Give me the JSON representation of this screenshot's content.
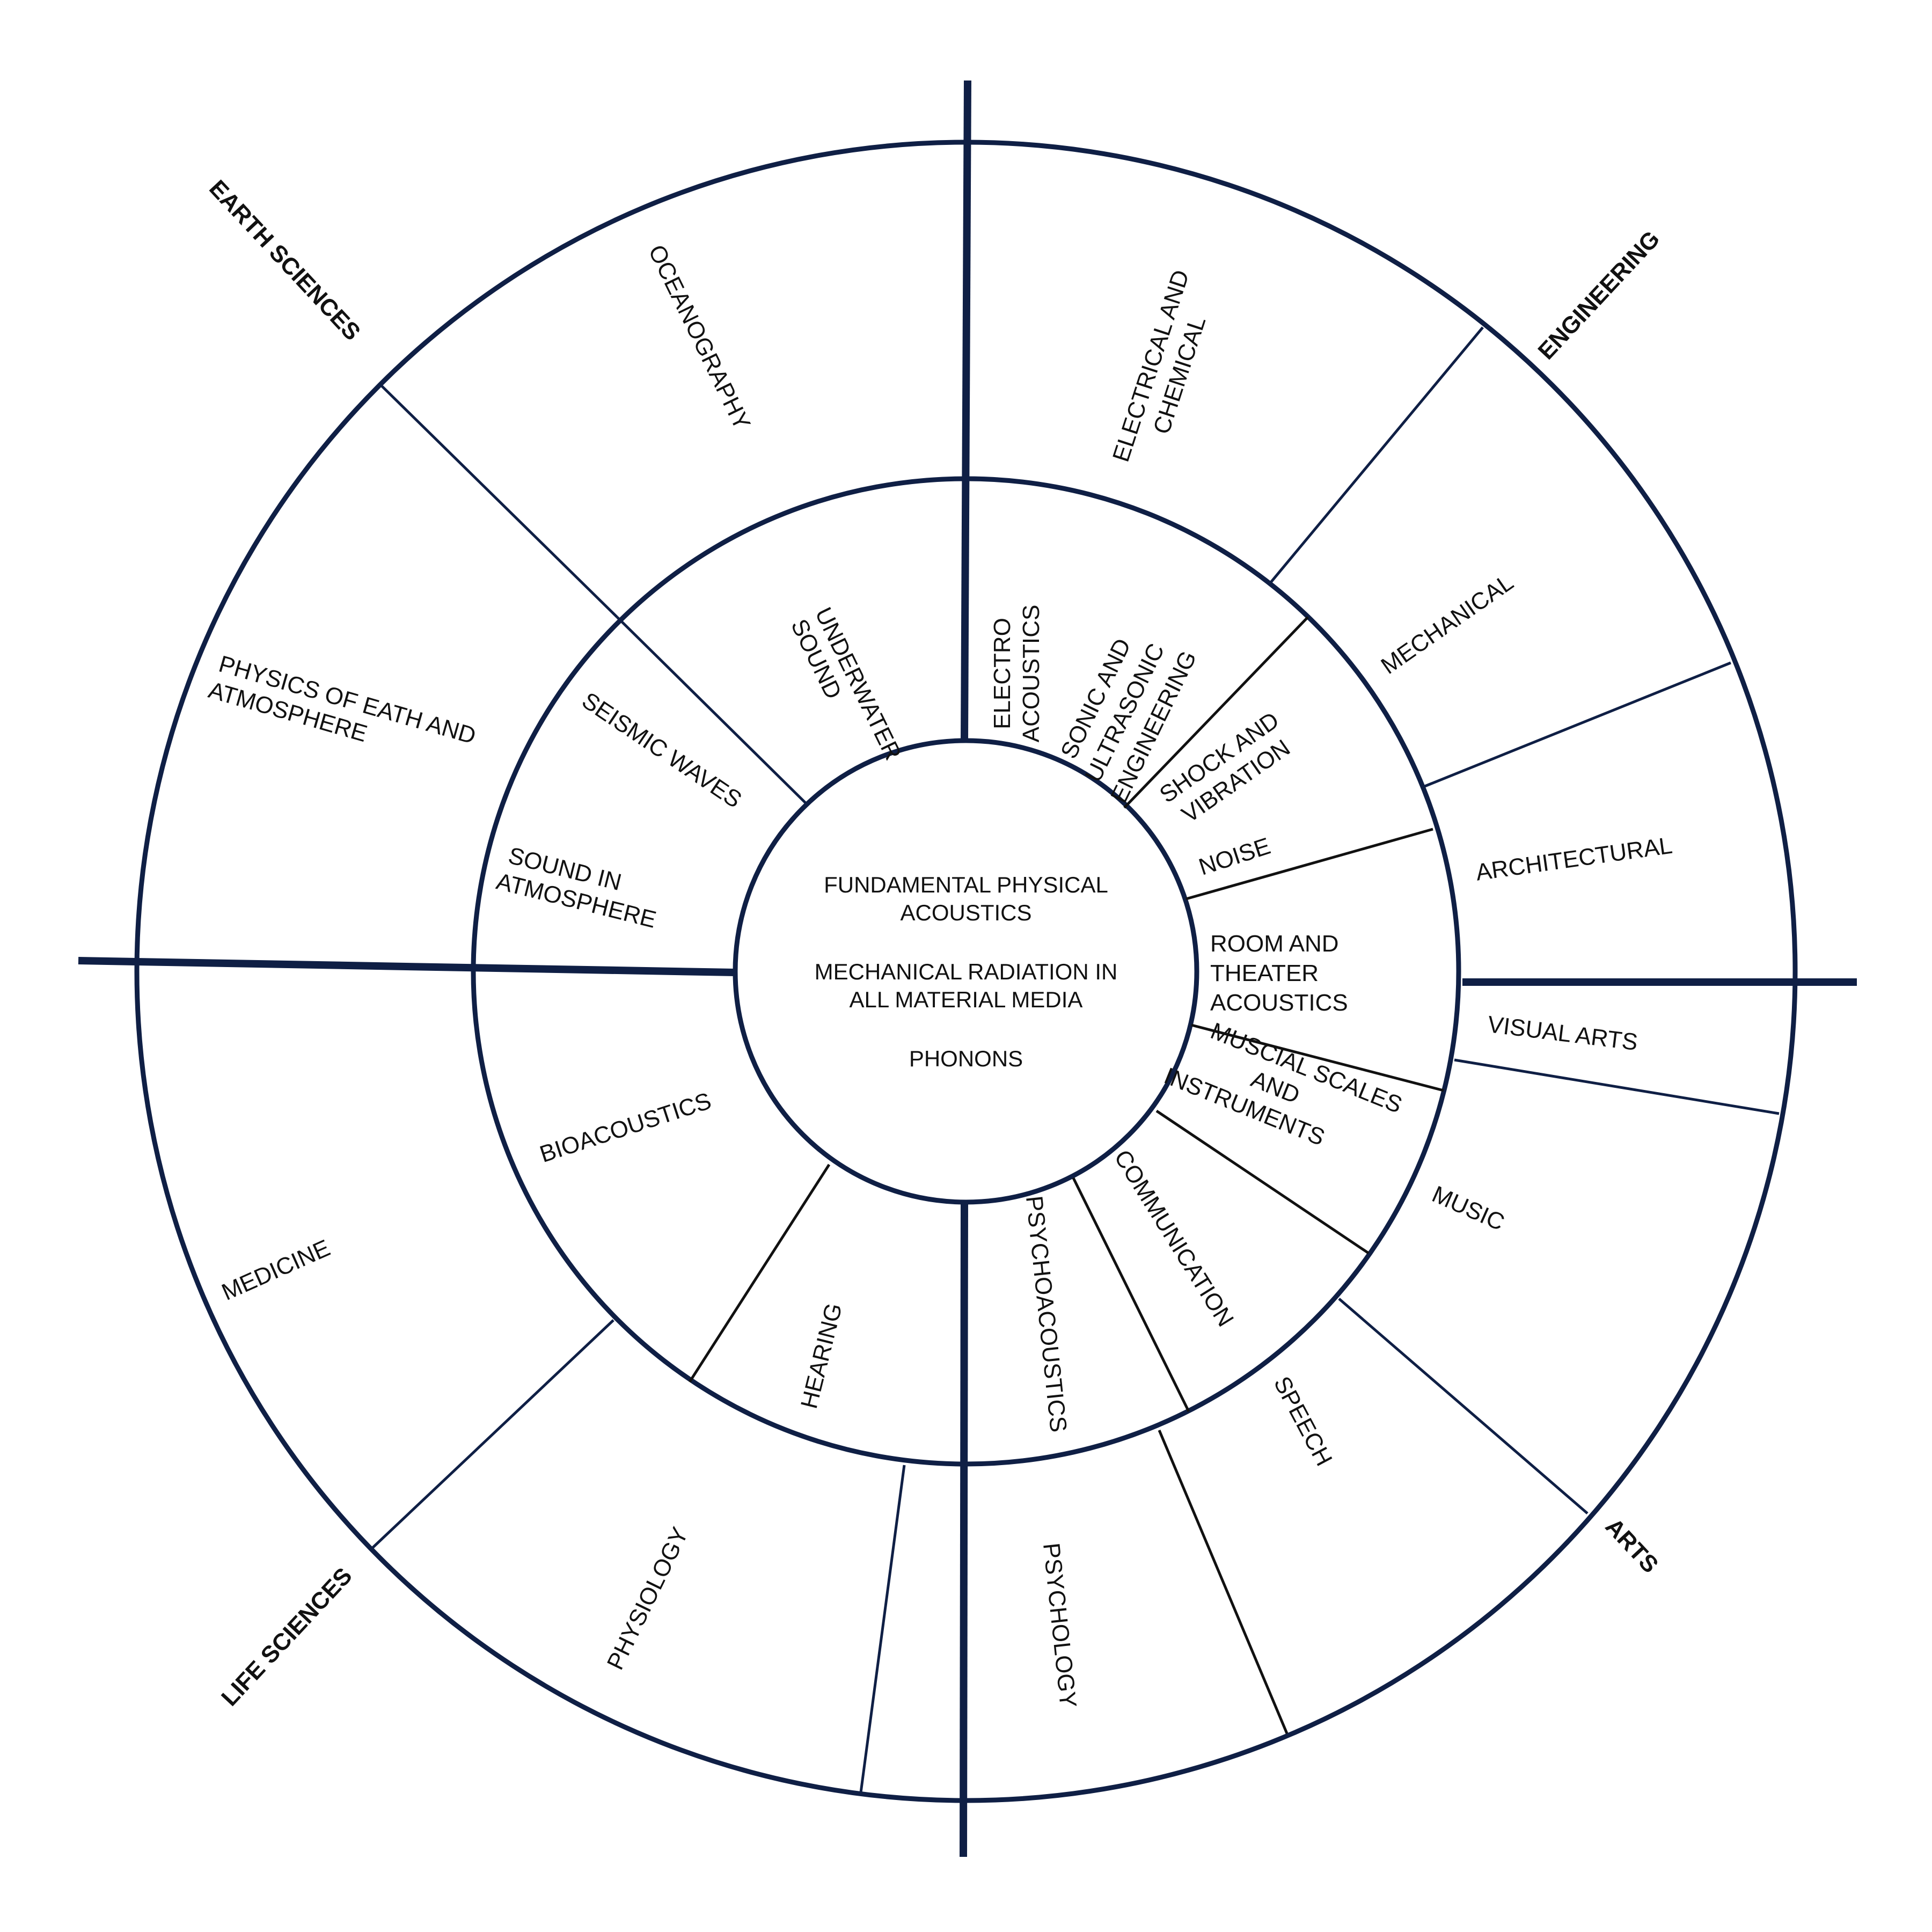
{
  "colors": {
    "line": "#0f1f45",
    "text": "#111111",
    "background": "#ffffff"
  },
  "center": {
    "line1": "FUNDAMENTAL PHYSICAL",
    "line2": "ACOUSTICS",
    "line3": "MECHANICAL RADIATION IN",
    "line4": "ALL MATERIAL MEDIA",
    "line5": "PHONONS"
  },
  "categories": {
    "earth_sciences": "EARTH SCIENCES",
    "engineering": "ENGINEERING",
    "arts": "ARTS",
    "life_sciences": "LIFE SCIENCES"
  },
  "middle_ring": {
    "underwater_sound": [
      "UNDERWATER",
      "SOUND"
    ],
    "electro_acoustics": [
      "ELECTRO",
      "ACOUSTICS"
    ],
    "sonic_ultrasonic": [
      "SONIC AND",
      "ULTRASONIC",
      "ENGINEERING"
    ],
    "shock_vibration": [
      "SHOCK AND",
      "VIBRATION"
    ],
    "noise": "NOISE",
    "room_theater": [
      "ROOM AND",
      "THEATER",
      "ACOUSTICS"
    ],
    "musical_scales": [
      "MUSCIAL SCALES",
      "AND",
      "INSTRUMENTS"
    ],
    "communication": "COMMUNICATION",
    "psychoacoustics": "PSYCHOACOUSTICS",
    "hearing": "HEARING",
    "bioacoustics": "BIOACOUSTICS",
    "sound_in_atmosphere": [
      "SOUND IN",
      "ATMOSPHERE"
    ],
    "seismic_waves": "SEISMIC WAVES"
  },
  "outer_ring": {
    "oceanography": "OCEANOGRAPHY",
    "electrical_chemical": [
      "ELECTRICAL AND",
      "CHEMICAL"
    ],
    "mechanical": "MECHANICAL",
    "architectural": "ARCHITECTURAL",
    "visual_arts": "VISUAL ARTS",
    "music": "MUSIC",
    "speech": "SPEECH",
    "psychology": "PSYCHOLOGY",
    "physiology": "PHYSIOLOGY",
    "medicine": "MEDICINE",
    "physics_earth_atmosphere": [
      "PHYSICS OF EATH AND",
      "ATMOSPHERE"
    ]
  }
}
